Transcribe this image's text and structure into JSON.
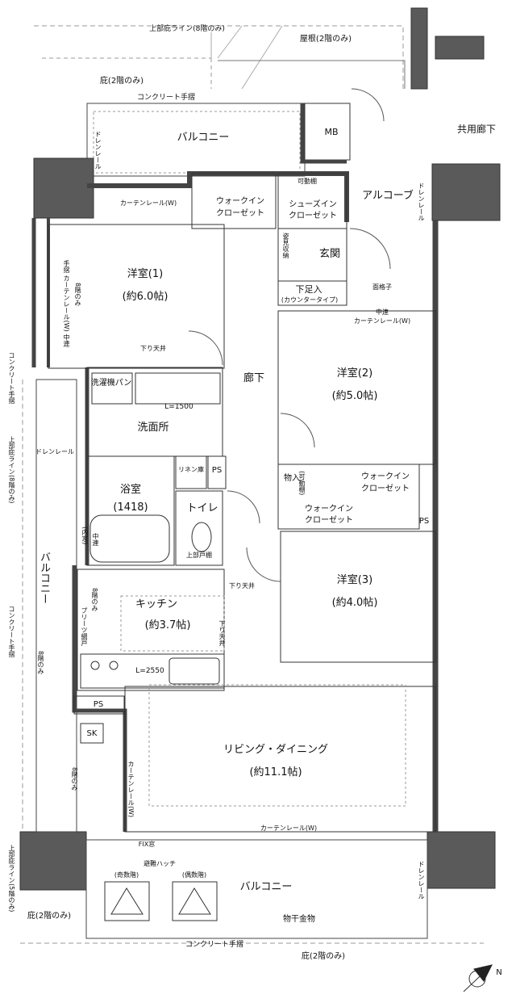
{
  "rooms": {
    "western1": {
      "name": "洋室(1)",
      "size": "(約6.0帖)"
    },
    "western2": {
      "name": "洋室(2)",
      "size": "(約5.0帖)"
    },
    "western3": {
      "name": "洋室(3)",
      "size": "(約4.0帖)"
    },
    "kitchen": {
      "name": "キッチン",
      "size": "(約3.7帖)"
    },
    "ldk": {
      "name": "リビング・ダイニング",
      "size": "(約11.1帖)"
    },
    "bath": {
      "name": "浴室",
      "size": "(1418)"
    },
    "toilet": "トイレ",
    "washroom": "洗面所",
    "corridor": "廊下",
    "entrance": "玄関",
    "alcove": "アルコーブ",
    "walkin1": [
      "ウォークイン",
      "クローゼット"
    ],
    "shoesin": [
      "シューズイン",
      "クローゼット"
    ],
    "walkin2": [
      "ウォークイン",
      "クローゼット"
    ],
    "walkin3": [
      "ウォークイン",
      "クローゼット"
    ],
    "balcony_top": "バルコニー",
    "balcony_left": "バルコニー",
    "balcony_bottom": "バルコニー",
    "shared_corridor": "共用廊下"
  },
  "labels": {
    "upper_eave_8f": "上部庇ライン(8階のみ)",
    "roof_2f": "屋根(2階のみ)",
    "eave_2f_top": "庇(2階のみ)",
    "concrete_rail_top": "コンクリート手摺",
    "mb": "MB",
    "drain_rail": "ドレンレール",
    "curtain_rail_w_1": "カーテンレール(W)",
    "movable_shelf": "可動棚",
    "mirror_storage": "姿見収納",
    "lattice": "面格子",
    "foot_rest": "下足入",
    "counter_type": "(カウンタータイプ)",
    "middle_sash": "中連",
    "curtain_rail_w_2": "カーテンレール(W)",
    "handrail_curtain": "手摺 カーテンレール(W) 中連",
    "only_8f": "8階のみ",
    "drop_ceiling": "下り天井",
    "washer_pan": "洗濯機パン",
    "l1500": "L=1500",
    "linen": "リネン庫",
    "ps": "PS",
    "storage": "物入",
    "movable_shelf_small": "(可動棚)",
    "upper_cabinet": "上部戸棚",
    "inner_sash": "(内窓)",
    "pleated_screen": "プリーツ網戸",
    "l2550": "L=2550",
    "sk": "SK",
    "curtain_rail_w_3": "カーテンレール(W)",
    "fix_window": "FIX窓",
    "escape_hatch": "避難ハッチ",
    "odd_floor": "(奇数階)",
    "even_floor": "(偶数階)",
    "clothes_hanger": "物干金物",
    "concrete_rail_bottom": "コンクリート手摺",
    "eave_2f_bottom": "庇(2階のみ)",
    "eave_2f_left": "庇(2階のみ)",
    "upper_eave_5f": "上部庇ライン(5階のみ)",
    "upper_eave_8f_left": "上部庇ライン(8階のみ)",
    "concrete_rail_left1": "コンクリート手摺",
    "concrete_rail_left2": "コンクリート手摺",
    "only_8f_2": "8階のみ",
    "only_8f_3": "8階のみ",
    "only_8f_4": "8階のみ"
  },
  "compass": {
    "letter": "N"
  },
  "colors": {
    "wall": "#5a5a5a",
    "line": "#222222",
    "dash": "#888888"
  }
}
